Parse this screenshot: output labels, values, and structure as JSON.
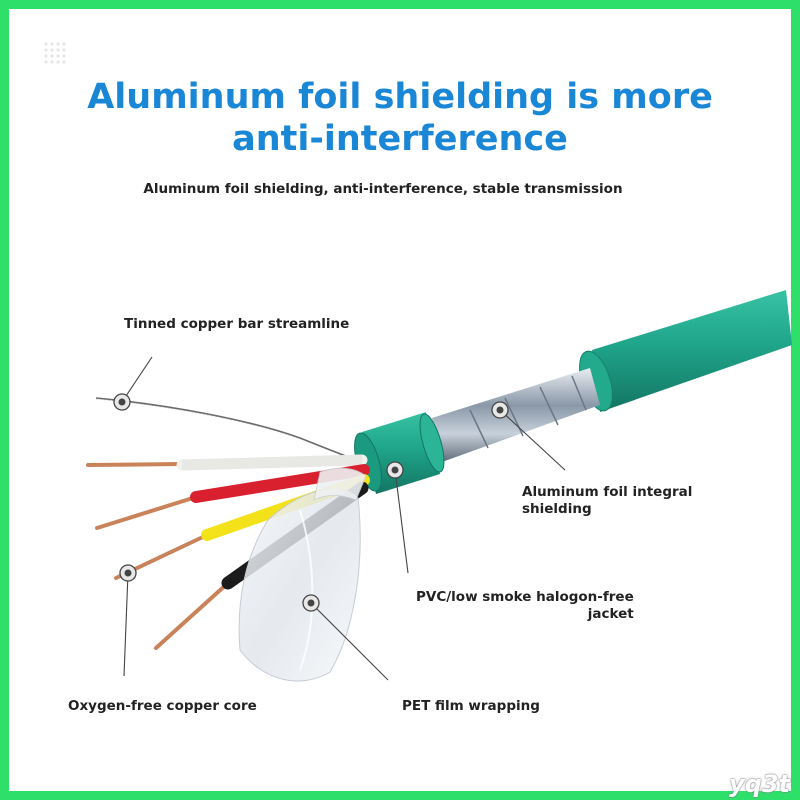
{
  "title_line1": "Aluminum foil shielding is more",
  "title_line2": "anti-interference",
  "subtitle": "Aluminum foil shielding, anti-interference, stable transmission",
  "labels": {
    "tinned": "Tinned copper bar streamline",
    "foil_line1": "Aluminum foil integral",
    "foil_line2": "shielding",
    "pvc_line1": "PVC/low smoke halogon-free",
    "pvc_line2": "jacket",
    "oxygen": "Oxygen-free copper core",
    "pet": "PET film wrapping"
  },
  "watermark": "yq3t",
  "colors": {
    "frame": "#2ee06a",
    "title": "#1a86d6",
    "jacket": "#1fa58a",
    "wire_white": "#f2f2ee",
    "wire_red": "#d8202f",
    "wire_yellow": "#f3e21a",
    "wire_black": "#1b1b1b",
    "copper": "#c9825a"
  },
  "icons": [
    "callout-marker-icon"
  ]
}
